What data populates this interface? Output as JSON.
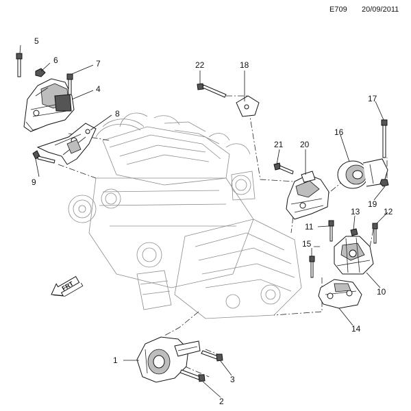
{
  "header": {
    "code": "E709",
    "date": "20/09/2011"
  },
  "direction_label": "FRT",
  "callouts": [
    {
      "id": "c1",
      "text": "1"
    },
    {
      "id": "c2",
      "text": "2"
    },
    {
      "id": "c3",
      "text": "3"
    },
    {
      "id": "c4",
      "text": "4"
    },
    {
      "id": "c5",
      "text": "5"
    },
    {
      "id": "c6",
      "text": "6"
    },
    {
      "id": "c7",
      "text": "7"
    },
    {
      "id": "c8",
      "text": "8"
    },
    {
      "id": "c9",
      "text": "9"
    },
    {
      "id": "c10",
      "text": "10"
    },
    {
      "id": "c11",
      "text": "11"
    },
    {
      "id": "c12",
      "text": "12"
    },
    {
      "id": "c13",
      "text": "13"
    },
    {
      "id": "c14",
      "text": "14"
    },
    {
      "id": "c15",
      "text": "15"
    },
    {
      "id": "c16",
      "text": "16"
    },
    {
      "id": "c17",
      "text": "17"
    },
    {
      "id": "c18",
      "text": "18"
    },
    {
      "id": "c19",
      "text": "19"
    },
    {
      "id": "c20",
      "text": "20"
    },
    {
      "id": "c21",
      "text": "21"
    },
    {
      "id": "c22",
      "text": "22"
    }
  ]
}
